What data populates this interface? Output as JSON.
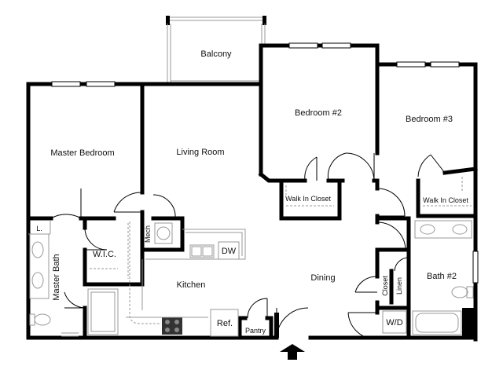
{
  "rooms": {
    "balcony": "Balcony",
    "master_bedroom": "Master Bedroom",
    "living_room": "Living Room",
    "bedroom2": "Bedroom #2",
    "bedroom3": "Bedroom #3",
    "walk_in_closet_1": "Walk In Closet",
    "walk_in_closet_2": "Walk In Closet",
    "linen_l": "L.",
    "wic": "W.I.C.",
    "mech": "Mech",
    "dw": "DW",
    "master_bath": "Master Bath",
    "kitchen": "Kitchen",
    "dining": "Dining",
    "closet": "Closet",
    "linen": "Linen",
    "bath2": "Bath #2",
    "wd": "W/D",
    "ref": "Ref.",
    "pantry": "Pantry"
  },
  "icons": {
    "entry": "entry-arrow-icon"
  },
  "colors": {
    "wall": "#000000",
    "fixture": "#999999",
    "background": "#ffffff"
  }
}
